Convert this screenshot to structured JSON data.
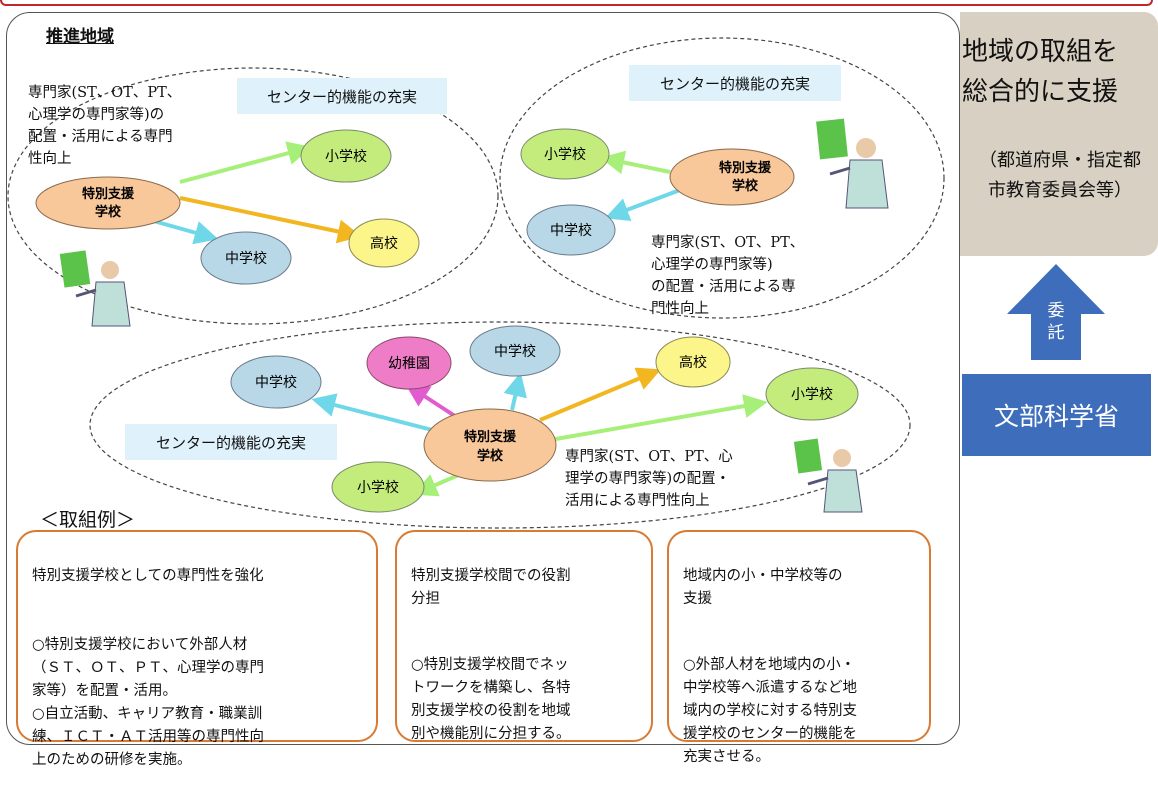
{
  "title": "推進地域",
  "side": {
    "title_line1": "地域の取組を",
    "title_line2": "総合的に支援",
    "sub_line1": "（都道府県・指定都",
    "sub_line2": "市教育委員会等）",
    "arrow_char1": "委",
    "arrow_char2": "託",
    "ministry": "文部科学省"
  },
  "regions": [
    {
      "banner": "センター的機能の充実",
      "note_lines": [
        "専門家(ST、OT、PT、",
        "心理学の専門家等)の",
        "配置・活用による専門",
        "性向上"
      ],
      "hub": [
        "特別支援",
        "学校"
      ],
      "nodes": [
        "小学校",
        "中学校",
        "高校"
      ]
    },
    {
      "banner": "センター的機能の充実",
      "note_lines": [
        "専門家(ST、OT、PT、",
        "心理学の専門家等)",
        "の配置・活用による専",
        "門性向上"
      ],
      "hub": [
        "特別支援",
        "学校"
      ],
      "nodes": [
        "小学校",
        "中学校"
      ]
    },
    {
      "banner": "センター的機能の充実",
      "note_lines": [
        "専門家(ST、OT、PT、心",
        "理学の専門家等)の配置・",
        "活用による専門性向上"
      ],
      "hub": [
        "特別支援",
        "学校"
      ],
      "nodes": [
        "中学校",
        "幼稚園",
        "中学校",
        "高校",
        "小学校",
        "小学校"
      ]
    }
  ],
  "examples_title": "＜取組例＞",
  "examples": [
    {
      "heading": "特別支援学校としての専門性を強化",
      "body": "○特別支援学校において外部人材\n（ＳＴ、ＯＴ、ＰＴ、心理学の専門\n家等）を配置・活用。\n○自立活動、キャリア教育・職業訓\n練、ＩＣＴ・ＡＴ活用等の専門性向\n上のための研修を実施。"
    },
    {
      "heading": "特別支援学校間での役割\n分担",
      "body": "○特別支援学校間でネッ\nトワークを構築し、各特\n別支援学校の役割を地域\n別や機能別に分担する。"
    },
    {
      "heading": "地域内の小・中学校等の\n支援",
      "body": "○外部人材を地域内の小・\n中学校等へ派遣するなど地\n域内の学校に対する特別支\n援学校のセンター的機能を\n充実させる。"
    }
  ],
  "colors": {
    "hub": "#f8c79a",
    "elementary": "#c4ec7c",
    "junior_high": "#b8d8e8",
    "high_school": "#fbf58a",
    "kindergarten": "#ef7cc6",
    "arrow_elementary": "#a6f07a",
    "arrow_junior": "#6fd8e8",
    "arrow_high": "#f2b621",
    "arrow_kinder": "#e25cd0",
    "ministry": "#3d6dbb",
    "side_panel": "#d8d0c3",
    "box_border": "#d77a33",
    "banner": "#dff2fb"
  }
}
